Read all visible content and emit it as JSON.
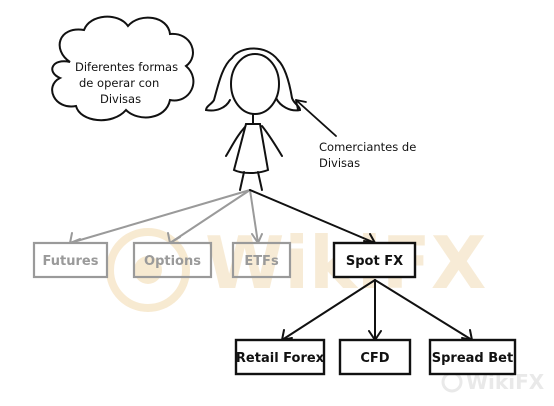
{
  "cloud": {
    "line1": "Diferentes formas",
    "line2": "de operar con",
    "line3": "Divisas"
  },
  "trader_label": {
    "line1": "Comerciantes de",
    "line2": "Divisas"
  },
  "row1": {
    "futures": "Futures",
    "options": "Options",
    "etfs": "ETFs",
    "spot_fx": "Spot FX"
  },
  "row2": {
    "retail_forex": "Retail Forex",
    "cfd": "CFD",
    "spread_bet": "Spread Bet"
  },
  "watermark": {
    "text": "WikiFX"
  },
  "colors": {
    "ink": "#111111",
    "faded": "#9a9a9a",
    "watermark": "#f3dcb4"
  }
}
